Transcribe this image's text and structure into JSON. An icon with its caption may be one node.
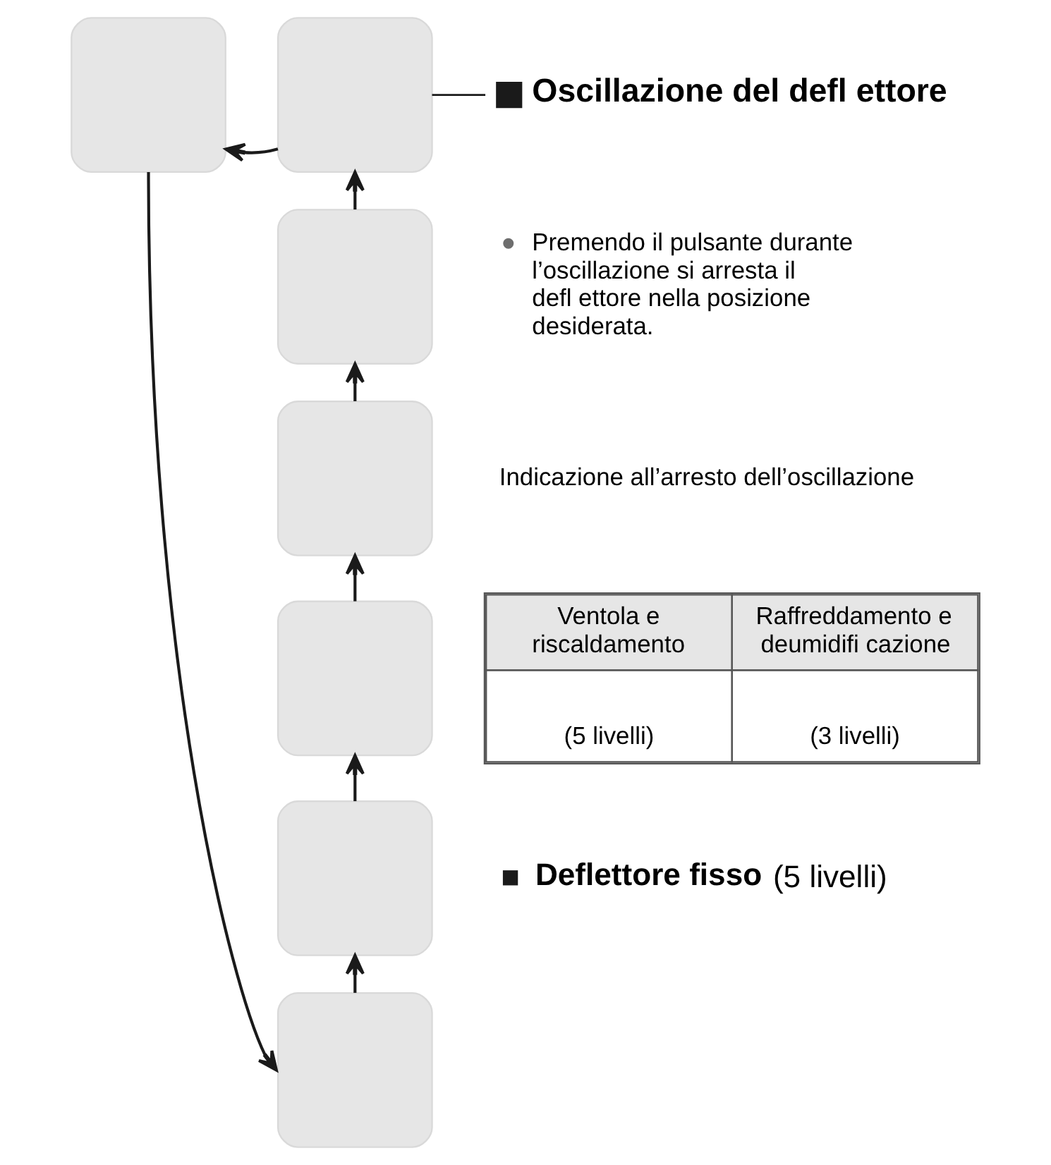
{
  "diagram": {
    "nodes": [
      {
        "text": [],
        "shape": "box"
      },
      {
        "text": [],
        "shape": "box"
      },
      {
        "text": [
          "Oscillazione del defl ettore"
        ]
      },
      {
        "text": [],
        "shape": "box"
      },
      {
        "text": [],
        "shape": "box"
      },
      {
        "text": [],
        "shape": "box"
      },
      {
        "text": [],
        "shape": "box"
      },
      {
        "text": [],
        "shape": "box"
      }
    ],
    "edges": [
      {
        "from": 1,
        "to": 0,
        "arrow": "to"
      },
      {
        "from": 1,
        "to": 2,
        "arrow": "none"
      },
      {
        "from": 0,
        "to": 7,
        "arrow": "to"
      },
      {
        "from": 7,
        "to": 6,
        "arrow": "to"
      },
      {
        "from": 6,
        "to": 5,
        "arrow": "to"
      },
      {
        "from": 5,
        "to": 4,
        "arrow": "to"
      },
      {
        "from": 4,
        "to": 3,
        "arrow": "to"
      },
      {
        "from": 3,
        "to": 1,
        "arrow": "to"
      }
    ],
    "labels": [
      "● Premendo il pulsante durante l’oscillazione si arresta il defl ettore nella posizione desiderata.",
      "Indicazione all’arresto dell’oscillazione",
      "Ventola e riscaldamento",
      "Raffreddamento e deumidifi cazione",
      "(5 livelli)",
      "(3 livelli)",
      "■ **Deflettore fisso** (5 livelli)"
    ]
  }
}
